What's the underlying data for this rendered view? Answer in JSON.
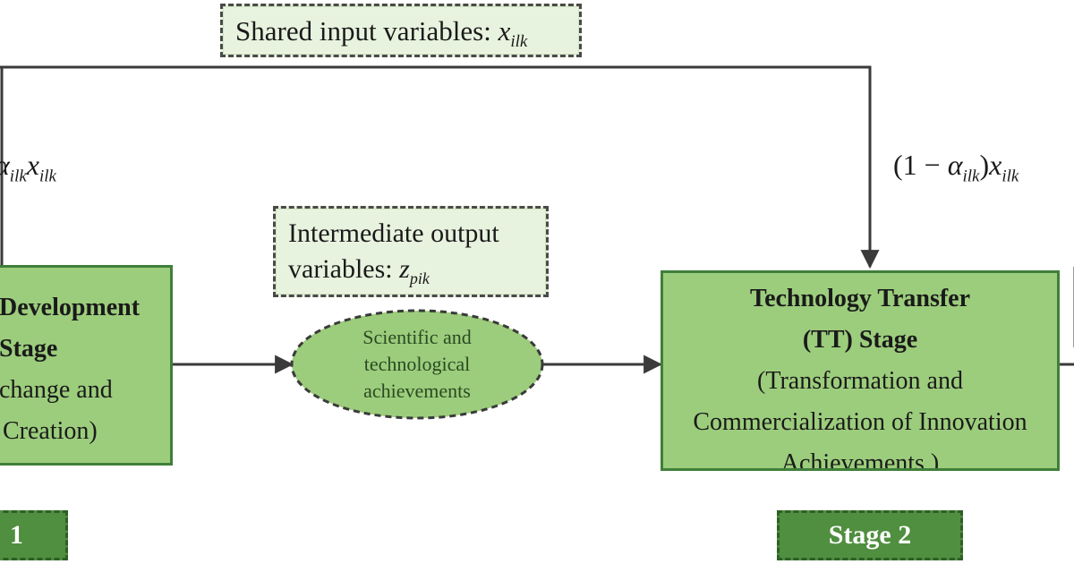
{
  "labels": {
    "shared_input": {
      "text": "Shared input variables: ",
      "var_main": "x",
      "var_sub": "ilk"
    },
    "left_var": {
      "alpha": "α",
      "alpha_sub": "ilk",
      "x": "x",
      "x_sub": "ilk"
    },
    "right_var": {
      "prefix": "(1 − ",
      "alpha": "α",
      "alpha_sub": "ilk",
      "suffix": ")",
      "x": "x",
      "x_sub": "ilk"
    },
    "intermediate": {
      "line1": "Intermediate output",
      "line2": "variables: ",
      "var_main": "z",
      "var_sub": "pik"
    }
  },
  "ellipse": {
    "line1": "Scientific and",
    "line2": "technological",
    "line3": "achievements"
  },
  "stage1_box": {
    "line1": "Development",
    "line2": "Stage",
    "line3": "change and",
    "line4": "Creation)"
  },
  "stage2_box": {
    "line1": "Technology Transfer",
    "line2": "(TT) Stage",
    "line3": "(Transformation and",
    "line4": "Commercialization of Innovation",
    "line5": "Achievements   )"
  },
  "tags": {
    "stage1": "1",
    "stage2": "Stage 2"
  },
  "colors": {
    "stage_fill": "#9ccd7c",
    "stage_border": "#3f7f3a",
    "note_fill": "#e8f3df",
    "tag_fill": "#4f8f3f",
    "ellipse_fill": "#9ccd7c"
  }
}
